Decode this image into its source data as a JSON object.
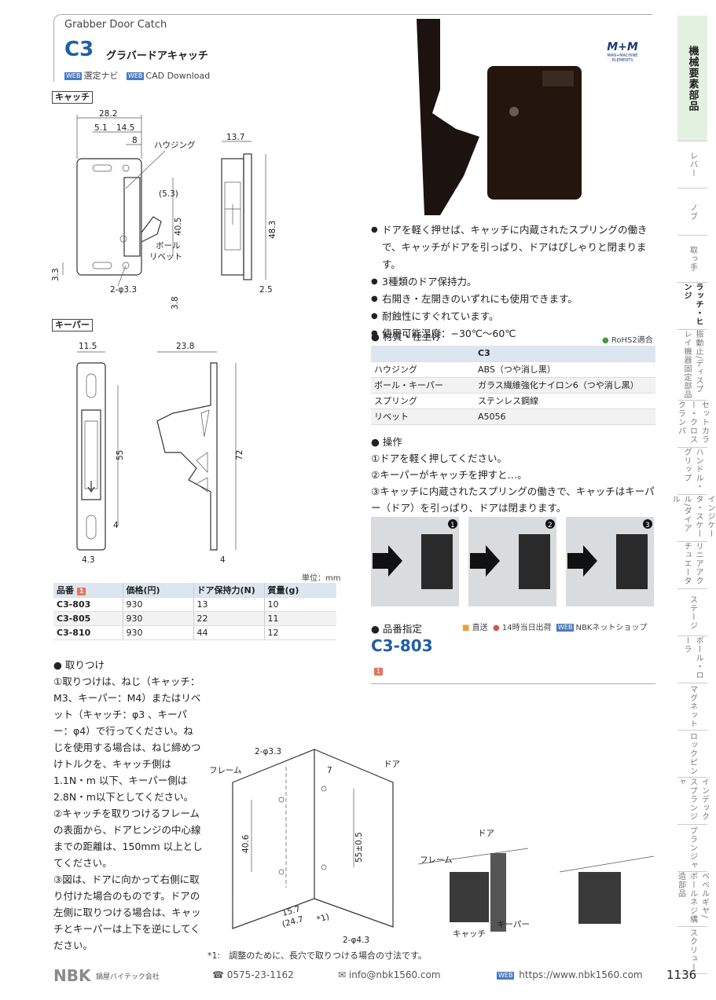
{
  "header": {
    "eng_title": "Grabber Door Catch",
    "model": "C3",
    "jp_title": "グラバードアキャッチ",
    "web_badge": "WEB",
    "link1": "選定ナビ",
    "link2": "CAD Download",
    "logo_top": "M+M",
    "logo_bottom": "MAN+MACHINE ELEMENTS"
  },
  "tabs": [
    "機械要素部品",
    "レバー",
    "ノブ",
    "取っ手",
    "ラッチ・ヒンジ",
    "振動止/ディスプレイ機器固定部品",
    "セットカラー・クロスクランパ",
    "ハンドル・グリップ",
    "インジケータ・スケール/ダイアル",
    "リニアアクチュエータ",
    "ステージ",
    "ボール・ローラ",
    "マグネット",
    "ロックピン",
    "インデックスプランジャ",
    "プランジャ",
    "ベベルギヤ/ボールネジ構造部品",
    "スクリュー"
  ],
  "catch": {
    "label": "キャッチ",
    "dims": {
      "w": "28.2",
      "a": "5.1",
      "b": "14.5",
      "c": "8",
      "d": "(5.3)",
      "h1": "40.5",
      "h2": "48.3",
      "t": "13.7",
      "s1": "3.3",
      "s2": "3.8",
      "s3": "2.5",
      "hole": "2-φ3.3"
    },
    "parts": {
      "housing": "ハウジング",
      "ball": "ボール",
      "rivet": "リベット"
    }
  },
  "keeper": {
    "label": "キーパー",
    "dims": {
      "w": "11.5",
      "d": "23.8",
      "h1": "55",
      "h2": "72",
      "s1": "4",
      "s2": "4.3",
      "s3": "4"
    }
  },
  "features": [
    "ドアを軽く押せば、キャッチに内蔵されたスプリングの働きで、キャッチがドアを引っぱり、ドアはぴしゃりと閉まります。",
    "3種類のドア保持力。",
    "右開き・左開きのいずれにも使用できます。",
    "耐蝕性にすぐれています。",
    "使用可能温度：−30℃〜60℃"
  ],
  "material": {
    "title": "材質・仕上げ",
    "rohs": "RoHS2適合",
    "header": "C3",
    "rows": [
      {
        "part": "ハウジング",
        "spec": "ABS（つや消し黒）"
      },
      {
        "part": "ボール・キーパー",
        "spec": "ガラス繊維強化ナイロン6（つや消し黒）"
      },
      {
        "part": "スプリング",
        "spec": "ステンレス鋼線"
      },
      {
        "part": "リベット",
        "spec": "A5056"
      }
    ]
  },
  "operation": {
    "title": "操作",
    "steps": [
      "①ドアを軽く押してください。",
      "②キーパーがキャッチを押すと…。",
      "③キャッチに内蔵されたスプリングの働きで、キャッチはキーパー（ドア）を引っぱり、ドアは閉まります。"
    ],
    "photo_nums": [
      "1",
      "2",
      "3"
    ]
  },
  "order": {
    "title": "品番指定",
    "ship1": "直送",
    "ship2": "14時当日出荷",
    "ship3": "NBKネットショップ",
    "code": "C3-803",
    "tag": "1"
  },
  "price_table": {
    "unit": "単位：mm",
    "headers": [
      "品番",
      "価格(円)",
      "ドア保持力(N)",
      "質量(g)"
    ],
    "rows": [
      [
        "C3-803",
        "930",
        "13",
        "10"
      ],
      [
        "C3-805",
        "930",
        "22",
        "11"
      ],
      [
        "C3-810",
        "930",
        "44",
        "12"
      ]
    ]
  },
  "install": {
    "title": "取りつけ",
    "text1": "①取りつけは、ねじ（キャッチ：M3、キーパー：M4）またはリベット（キャッチ：φ3 、キーパー：φ4）で行ってください。ねじを使用する場合は、ねじ締めつけトルクを、キャッチ側は1.1N・m 以下、キーパー側は2.8N・m以下としてください。",
    "text2": "②キャッチを取りつけるフレームの表面から、ドアヒンジの中心線までの距離は、150mm 以上としてください。",
    "text3": "③図は、ドアに向かって右側に取り付けた場合のものです。ドアの左側に取りつける場合は、キャッチとキーパーは上下を逆にしてください。",
    "diag": {
      "frame": "フレーム",
      "door": "ドア",
      "hole1": "2-φ3.3",
      "hole2": "2-φ4.3",
      "d1": "7",
      "d2": "55±0.5",
      "d3": "40.6",
      "d4": "15.7",
      "d5": "(24.7",
      "d5b": "*1)",
      "note": "*1:　調整のために、長穴で取りつける場合の寸法です。",
      "catch": "キャッチ",
      "keeper": "キーパー",
      "frame2": "フレーム",
      "door2": "ドア"
    }
  },
  "footer": {
    "brand": "NBK",
    "company": "鍋屋バイテック会社",
    "phone": "0575-23-1162",
    "email": "info@nbk1560.com",
    "web": "https://www.nbk1560.com",
    "page": "1136"
  }
}
